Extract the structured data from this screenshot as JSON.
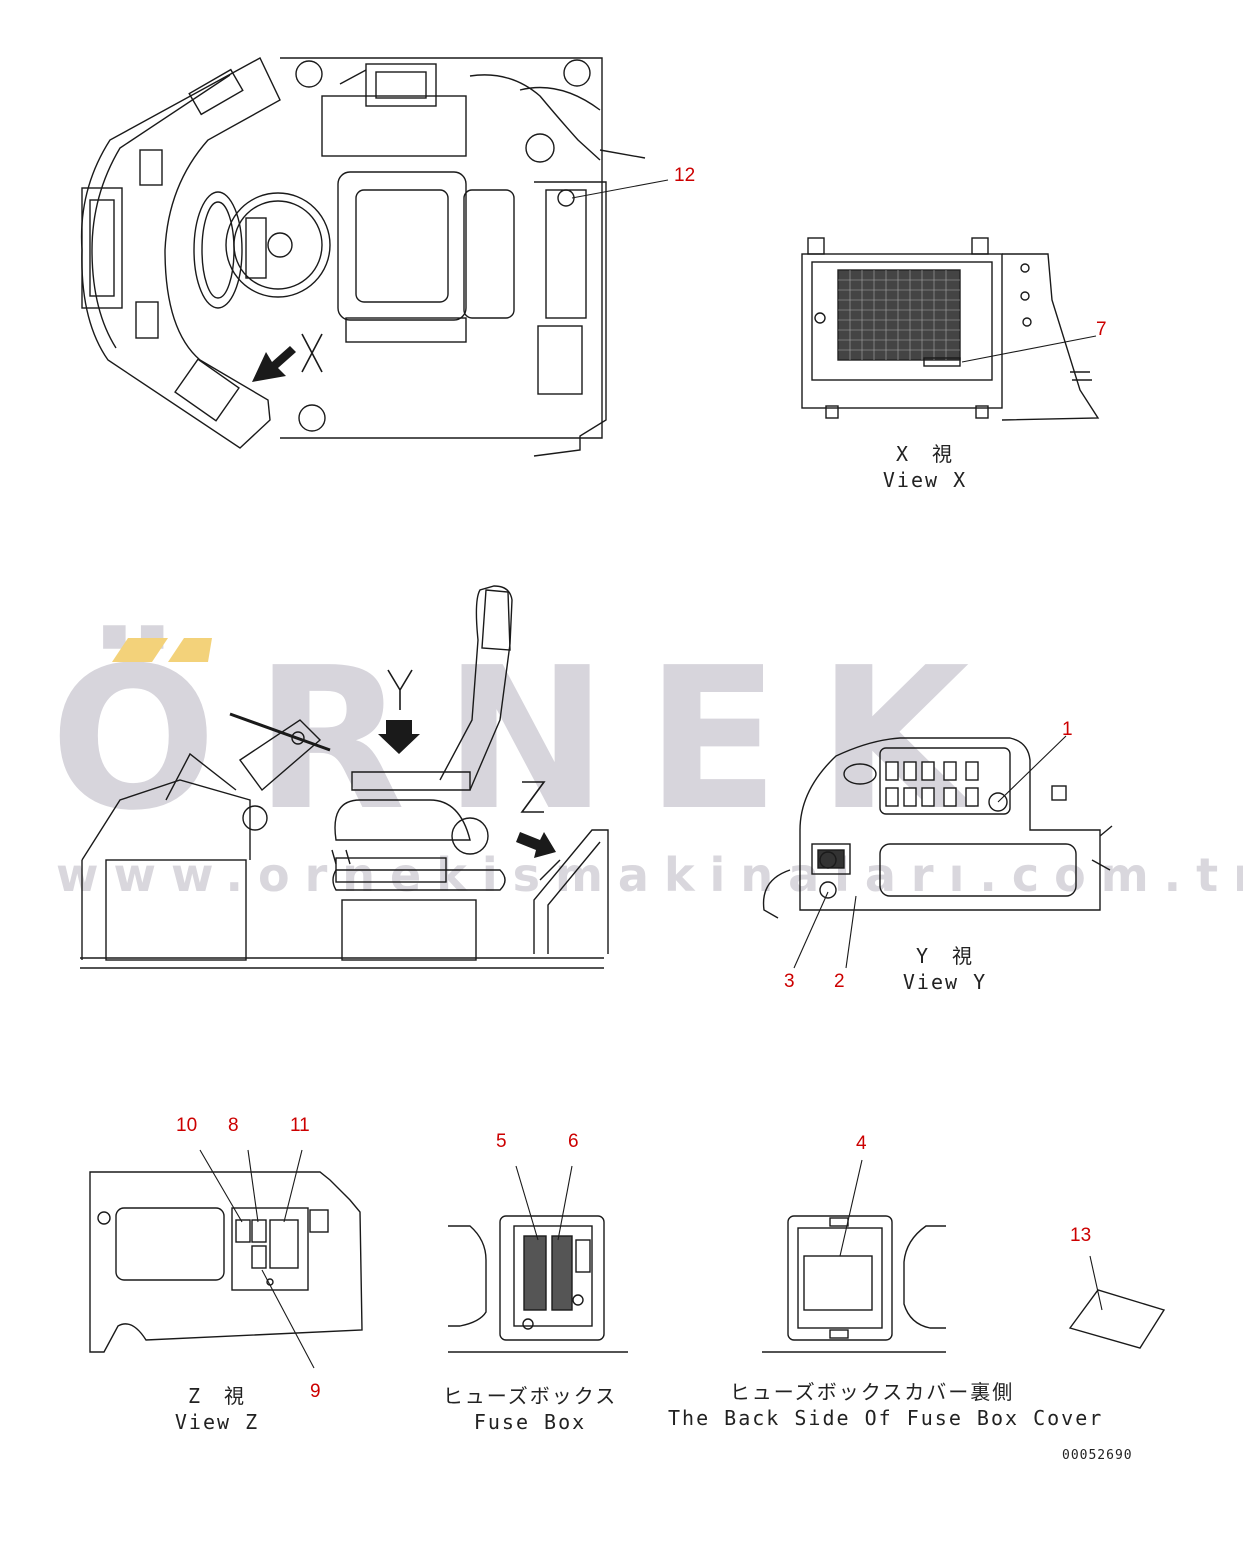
{
  "watermark": {
    "brand": "ÖRNEK",
    "url": "www.ornekismakinaları.com.tr",
    "accent_color": "#f3d27a"
  },
  "views": {
    "view_x": {
      "jp": "X　視",
      "en": "View X",
      "callouts": [
        "7"
      ]
    },
    "view_y": {
      "jp": "Y　視",
      "en": "View Y",
      "callouts": [
        "1",
        "3",
        "2"
      ]
    },
    "view_z": {
      "jp": "Z　視",
      "en": "View Z",
      "callouts": [
        "10",
        "8",
        "11",
        "9"
      ]
    },
    "fuse_box": {
      "jp": "ヒューズボックス",
      "en": "Fuse Box",
      "callouts": [
        "5",
        "6"
      ]
    },
    "fuse_box_cover": {
      "jp": "ヒューズボックスカバー裏側",
      "en": "The Back Side Of Fuse Box Cover",
      "callouts": [
        "4"
      ]
    }
  },
  "top_view": {
    "callouts": [
      "12"
    ],
    "arrow_label": "X"
  },
  "side_view": {
    "arrow_labels": [
      "Y",
      "Z"
    ]
  },
  "loose_label": {
    "callouts": [
      "13"
    ]
  },
  "doc_number": "00052690",
  "colors": {
    "callout": "#cc0000",
    "line": "#1a1a1a"
  }
}
